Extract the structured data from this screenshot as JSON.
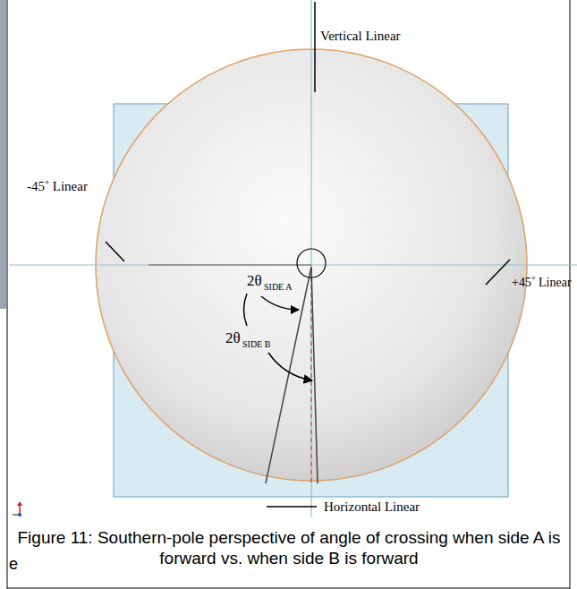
{
  "diagram": {
    "caption": "Figure 11: Southern-pole perspective of angle of crossing when side A is forward vs. when side B is forward",
    "labels": [
      "Vertical Linear",
      "-45˚ Linear",
      "+45˚ Linear",
      "2θ",
      "SIDE A",
      "2θ",
      "SIDE B",
      "Horizontal Linear",
      "e"
    ]
  }
}
